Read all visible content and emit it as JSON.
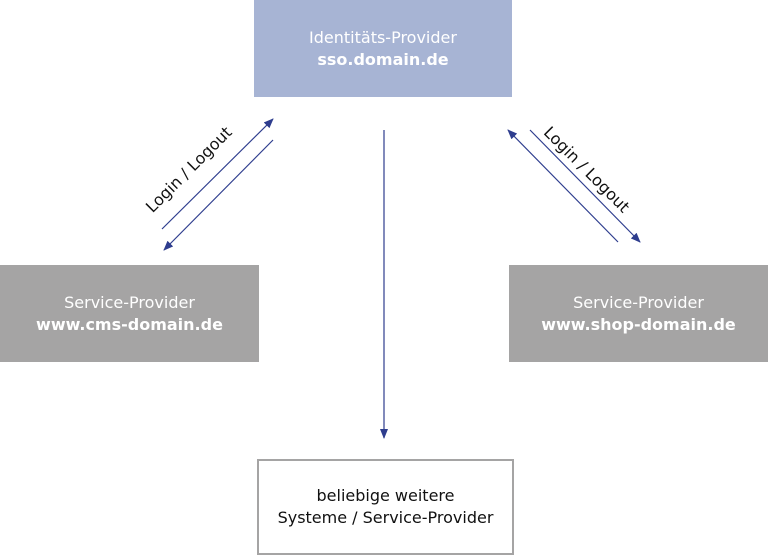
{
  "identity_provider": {
    "title": "Identitäts-Provider",
    "domain": "sso.domain.de"
  },
  "service_provider_left": {
    "title": "Service-Provider",
    "domain": "www.cms-domain.de"
  },
  "service_provider_right": {
    "title": "Service-Provider",
    "domain": "www.shop-domain.de"
  },
  "other_systems": {
    "line1": "beliebige weitere",
    "line2": "Systeme / Service-Provider"
  },
  "arrow_label_left": "Login / Logout",
  "arrow_label_right": "Login / Logout",
  "colors": {
    "identity": "#a7b4d4",
    "service": "#a5a4a4",
    "arrow": "#2e3d8e"
  }
}
